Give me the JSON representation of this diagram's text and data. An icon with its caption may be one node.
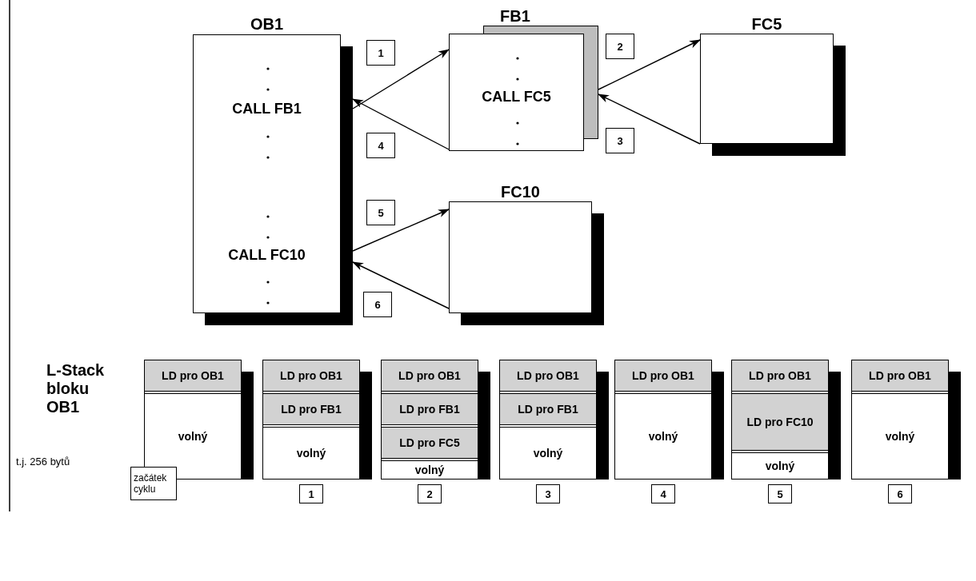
{
  "diagram": {
    "nodes": [
      {
        "text": [
          "OB1",
          "CALL FB1",
          "CALL FC10"
        ]
      },
      {
        "text": [
          "FB1",
          "CALL FC5"
        ]
      },
      {
        "text": [
          "FC5"
        ]
      },
      {
        "text": [
          "FC10"
        ]
      },
      {
        "text": [
          "1"
        ]
      },
      {
        "text": [
          "4"
        ]
      },
      {
        "text": [
          "2"
        ]
      },
      {
        "text": [
          "3"
        ]
      },
      {
        "text": [
          "5"
        ]
      },
      {
        "text": [
          "6"
        ]
      },
      {
        "text": [],
        "shape": "box"
      },
      {
        "text": [
          "LD pro OB1"
        ],
        "in": 10
      },
      {
        "text": [
          "volný"
        ],
        "in": 10
      },
      {
        "text": [
          "začátek cyklu"
        ]
      },
      {
        "text": [],
        "shape": "box"
      },
      {
        "text": [
          "LD pro OB1"
        ],
        "in": 14
      },
      {
        "text": [
          "LD pro FB1"
        ],
        "in": 14
      },
      {
        "text": [
          "volný"
        ],
        "in": 14
      },
      {
        "text": [
          "1"
        ]
      },
      {
        "text": [],
        "shape": "box"
      },
      {
        "text": [
          "LD pro OB1"
        ],
        "in": 19
      },
      {
        "text": [
          "LD pro FB1"
        ],
        "in": 19
      },
      {
        "text": [
          "LD pro FC5"
        ],
        "in": 19
      },
      {
        "text": [
          "volný"
        ],
        "in": 19
      },
      {
        "text": [
          "2"
        ]
      },
      {
        "text": [],
        "shape": "box"
      },
      {
        "text": [
          "LD pro OB1"
        ],
        "in": 25
      },
      {
        "text": [
          "LD pro FB1"
        ],
        "in": 25
      },
      {
        "text": [
          "volný"
        ],
        "in": 25
      },
      {
        "text": [
          "3"
        ]
      },
      {
        "text": [],
        "shape": "box"
      },
      {
        "text": [
          "LD pro OB1"
        ],
        "in": 30
      },
      {
        "text": [
          "volný"
        ],
        "in": 30
      },
      {
        "text": [
          "4"
        ]
      },
      {
        "text": [],
        "shape": "box"
      },
      {
        "text": [
          "LD pro OB1"
        ],
        "in": 34
      },
      {
        "text": [
          "LD pro FC10"
        ],
        "in": 34
      },
      {
        "text": [
          "volný"
        ],
        "in": 34
      },
      {
        "text": [
          "5"
        ]
      },
      {
        "text": [],
        "shape": "box"
      },
      {
        "text": [
          "LD pro OB1"
        ],
        "in": 39
      },
      {
        "text": [
          "volný"
        ],
        "in": 39
      },
      {
        "text": [
          "6"
        ]
      }
    ],
    "edges": [
      {
        "from": 0,
        "to": 1,
        "arrow": "to"
      },
      {
        "from": 1,
        "to": 0,
        "arrow": "to"
      },
      {
        "from": 1,
        "to": 2,
        "arrow": "to"
      },
      {
        "from": 2,
        "to": 1,
        "arrow": "to"
      },
      {
        "from": 0,
        "to": 3,
        "arrow": "to"
      },
      {
        "from": 3,
        "to": 0,
        "arrow": "to"
      }
    ],
    "labels": [
      "L-Stack bloku OB1",
      "t.j. 256 bytů"
    ]
  }
}
